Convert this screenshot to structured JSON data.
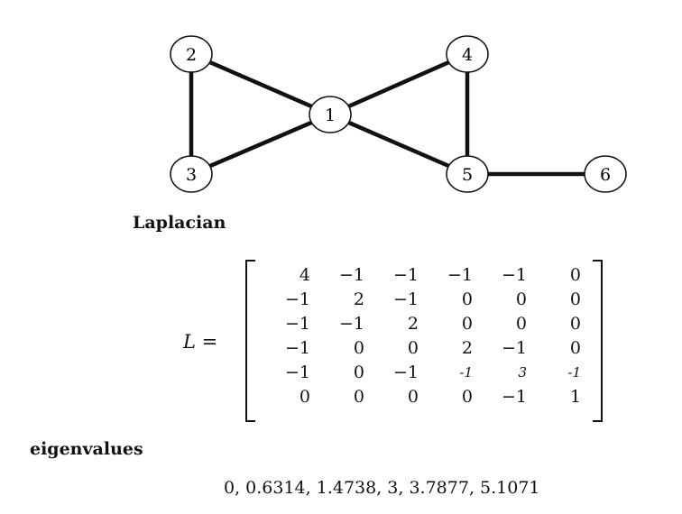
{
  "graph": {
    "nodes": [
      {
        "id": "1",
        "label": "1"
      },
      {
        "id": "2",
        "label": "2"
      },
      {
        "id": "3",
        "label": "3"
      },
      {
        "id": "4",
        "label": "4"
      },
      {
        "id": "5",
        "label": "5"
      },
      {
        "id": "6",
        "label": "6"
      }
    ],
    "edges": [
      [
        "1",
        "2"
      ],
      [
        "1",
        "3"
      ],
      [
        "2",
        "3"
      ],
      [
        "1",
        "4"
      ],
      [
        "1",
        "5"
      ],
      [
        "4",
        "5"
      ],
      [
        "5",
        "6"
      ]
    ]
  },
  "laplacian_heading": "Laplacian",
  "matrix_symbol": "L",
  "matrix_equals": "=",
  "matrix": [
    [
      "4",
      "−1",
      "−1",
      "−1",
      "−1",
      "0"
    ],
    [
      "−1",
      "2",
      "−1",
      "0",
      "0",
      "0"
    ],
    [
      "−1",
      "−1",
      "2",
      "0",
      "0",
      "0"
    ],
    [
      "−1",
      "0",
      "0",
      "2",
      "−1",
      "0"
    ],
    [
      "−1",
      "0",
      "−1",
      "-1",
      "3",
      "-1"
    ],
    [
      "0",
      "0",
      "0",
      "0",
      "−1",
      "1"
    ]
  ],
  "eigenvalues_heading": "eigenvalues",
  "eigenvalues": "0, 0.6314, 1.4738, 3, 3.7877, 5.1071"
}
